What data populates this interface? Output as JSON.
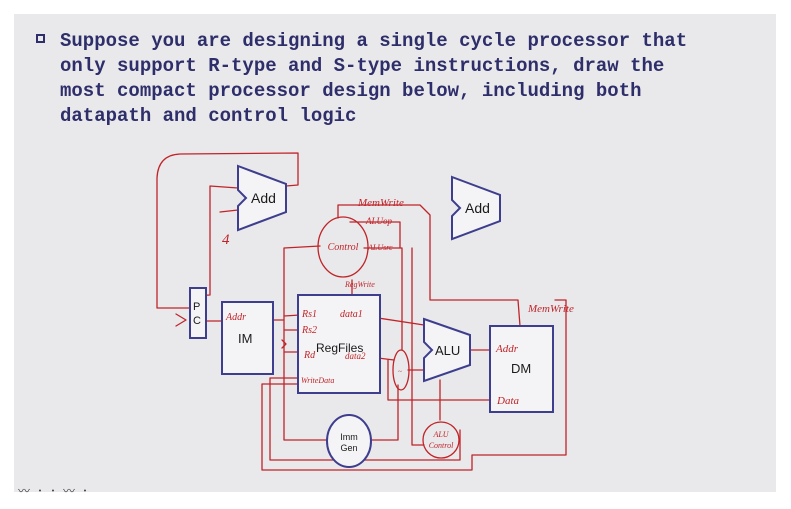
{
  "question": {
    "lines": [
      "Suppose you are designing a single cycle processor that",
      "only support R-type and S-type instructions, draw the",
      "most compact processor design below, including both",
      "datapath and control logic"
    ]
  },
  "blocks": {
    "add_left": "Add",
    "add_right": "Add",
    "pc_1": "P",
    "pc_2": "C",
    "im": "IM",
    "regfiles": "RegFiles",
    "alu": "ALU",
    "dm": "DM",
    "immgen_1": "Imm",
    "immgen_2": "Gen"
  },
  "annotations": {
    "constant_four": "4",
    "memwrite_top": "MemWrite",
    "aluop": "ALUop",
    "control": "Control",
    "alusrc": "ALUsrc",
    "regwrite": "RegWrite",
    "memwrite_right": "MemWrite",
    "im_addr": "Addr",
    "rs1": "Rs1",
    "rs2": "Rs2",
    "rd": "Rd",
    "data1": "data1",
    "data2": "data2",
    "writedata": "WriteData",
    "dm_addr": "Addr",
    "dm_data": "Data",
    "alu_control_1": "ALU",
    "alu_control_2": "Control"
  },
  "colors": {
    "ink_red": "#c02428",
    "block_blue": "#3e3e8e",
    "text_navy": "#2e2e6a",
    "slide_bg": "#e9e9ec"
  }
}
